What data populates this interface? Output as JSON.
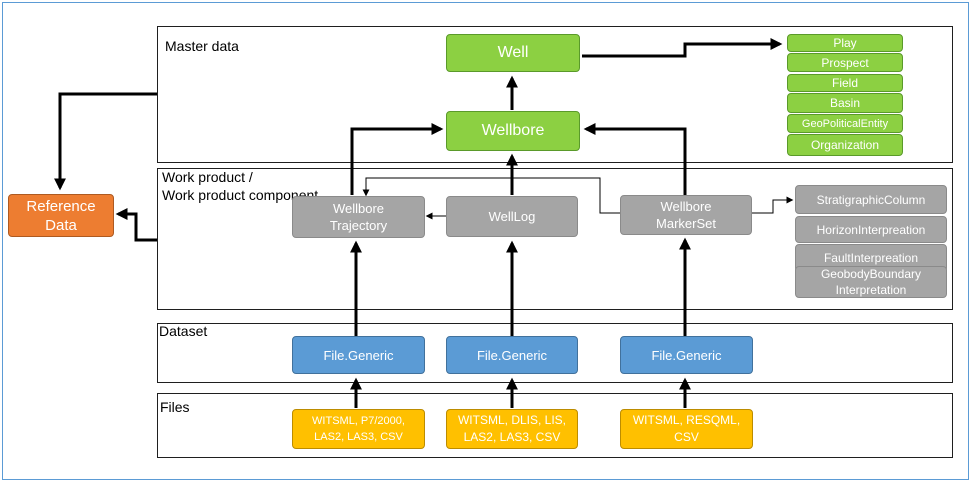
{
  "layers": {
    "master_data": "Master data",
    "work_product_line1": "Work product /",
    "work_product_line2": "Work product component",
    "dataset": "Dataset",
    "files": "Files"
  },
  "master": {
    "well": "Well",
    "wellbore": "Wellbore",
    "well_refs": [
      "Play",
      "Prospect",
      "Field",
      "Basin",
      "GeoPoliticalEntity",
      "Organization"
    ]
  },
  "work_products": {
    "trajectory": "Wellbore\nTrajectory",
    "welllog": "WellLog",
    "markerset": "Wellbore\nMarkerSet",
    "marker_refs": [
      "StratigraphicColumn",
      "HorizonInterpreation",
      "FaultInterpreation",
      "GeobodyBoundary\nInterpretation"
    ]
  },
  "reference": "Reference\nData",
  "datasets": [
    "File.Generic",
    "File.Generic",
    "File.Generic"
  ],
  "files": [
    "WITSML, P7/2000,\nLAS2, LAS3, CSV",
    "WITSML, DLIS, LIS,\nLAS2, LAS3, CSV",
    "WITSML, RESQML,\nCSV"
  ],
  "colors": {
    "master": "#8cd042",
    "work_product": "#a5a5a5",
    "dataset": "#5b9bd5",
    "file": "#ffc000",
    "reference": "#ed7d31"
  }
}
